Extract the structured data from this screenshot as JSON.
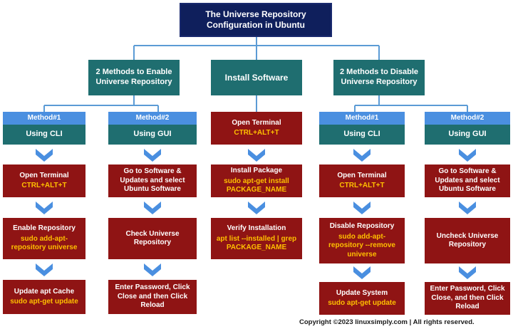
{
  "title": "The Universe Repository Configuration in Ubuntu",
  "branches": {
    "enable": "2 Methods to Enable Universe Repository",
    "install": "Install Software",
    "disable": "2 Methods to Disable Universe Repository"
  },
  "enable_m1": {
    "method": "Method#1",
    "via": "Using CLI",
    "step1": {
      "text": "Open Terminal",
      "cmd": "CTRL+ALT+T"
    },
    "step2": {
      "text": "Enable Repository",
      "cmd": "sudo add-apt-repository universe"
    },
    "step3": {
      "text": "Update apt Cache",
      "cmd": "sudo apt-get update"
    }
  },
  "enable_m2": {
    "method": "Method#2",
    "via": "Using GUI",
    "step1": {
      "text": "Go to Software & Updates and select Ubuntu Software"
    },
    "step2": {
      "text": "Check Universe Repository"
    },
    "step3": {
      "text": "Enter Password, Click Close and then Click Reload"
    }
  },
  "install": {
    "step0": {
      "text": "Open Terminal",
      "cmd": "CTRL+ALT+T"
    },
    "step1": {
      "text": "Install Package",
      "cmd": "sudo apt-get install PACKAGE_NAME"
    },
    "step2": {
      "text": "Verify Installation",
      "cmd": "apt list --installed | grep PACKAGE_NAME"
    }
  },
  "disable_m1": {
    "method": "Method#1",
    "via": "Using CLI",
    "step1": {
      "text": "Open Terminal",
      "cmd": "CTRL+ALT+T"
    },
    "step2": {
      "text": "Disable Repository",
      "cmd": "sudo add-apt-repository --remove universe"
    },
    "step3": {
      "text": "Update System",
      "cmd": "sudo apt-get update"
    }
  },
  "disable_m2": {
    "method": "Method#2",
    "via": "Using GUI",
    "step1": {
      "text": "Go to Software & Updates and select Ubuntu Software"
    },
    "step2": {
      "text": "Uncheck Universe Repository"
    },
    "step3": {
      "text": "Enter Password, Click Close, and then Click Reload"
    }
  },
  "copyright": "Copyright ©2023 linuxsimply.com | All rights reserved.",
  "colors": {
    "navy": "#0f1f5c",
    "teal": "#1f6e70",
    "method_blue": "#4a8fe0",
    "step_red": "#8f1414",
    "command_yellow": "#ffc000",
    "chevron_blue": "#4a8fe0",
    "connector_blue": "#5b9bd5"
  }
}
